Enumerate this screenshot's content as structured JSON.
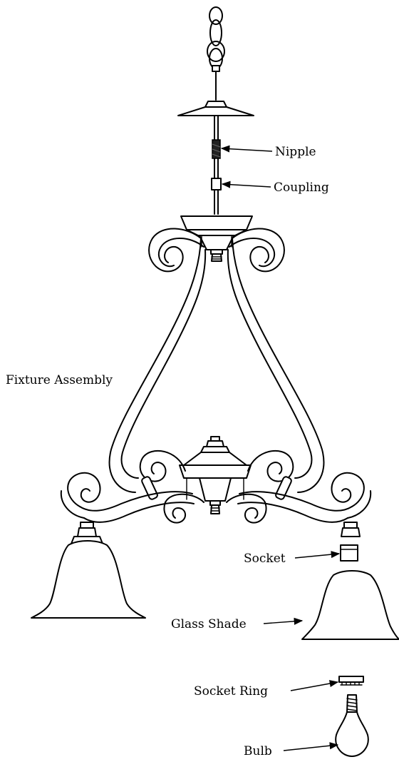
{
  "labels": {
    "nipple": "Nipple",
    "coupling": "Coupling",
    "fixture_assembly": "Fixture Assembly",
    "socket": "Socket",
    "glass_shade": "Glass Shade",
    "socket_ring": "Socket Ring",
    "bulb": "Bulb"
  }
}
